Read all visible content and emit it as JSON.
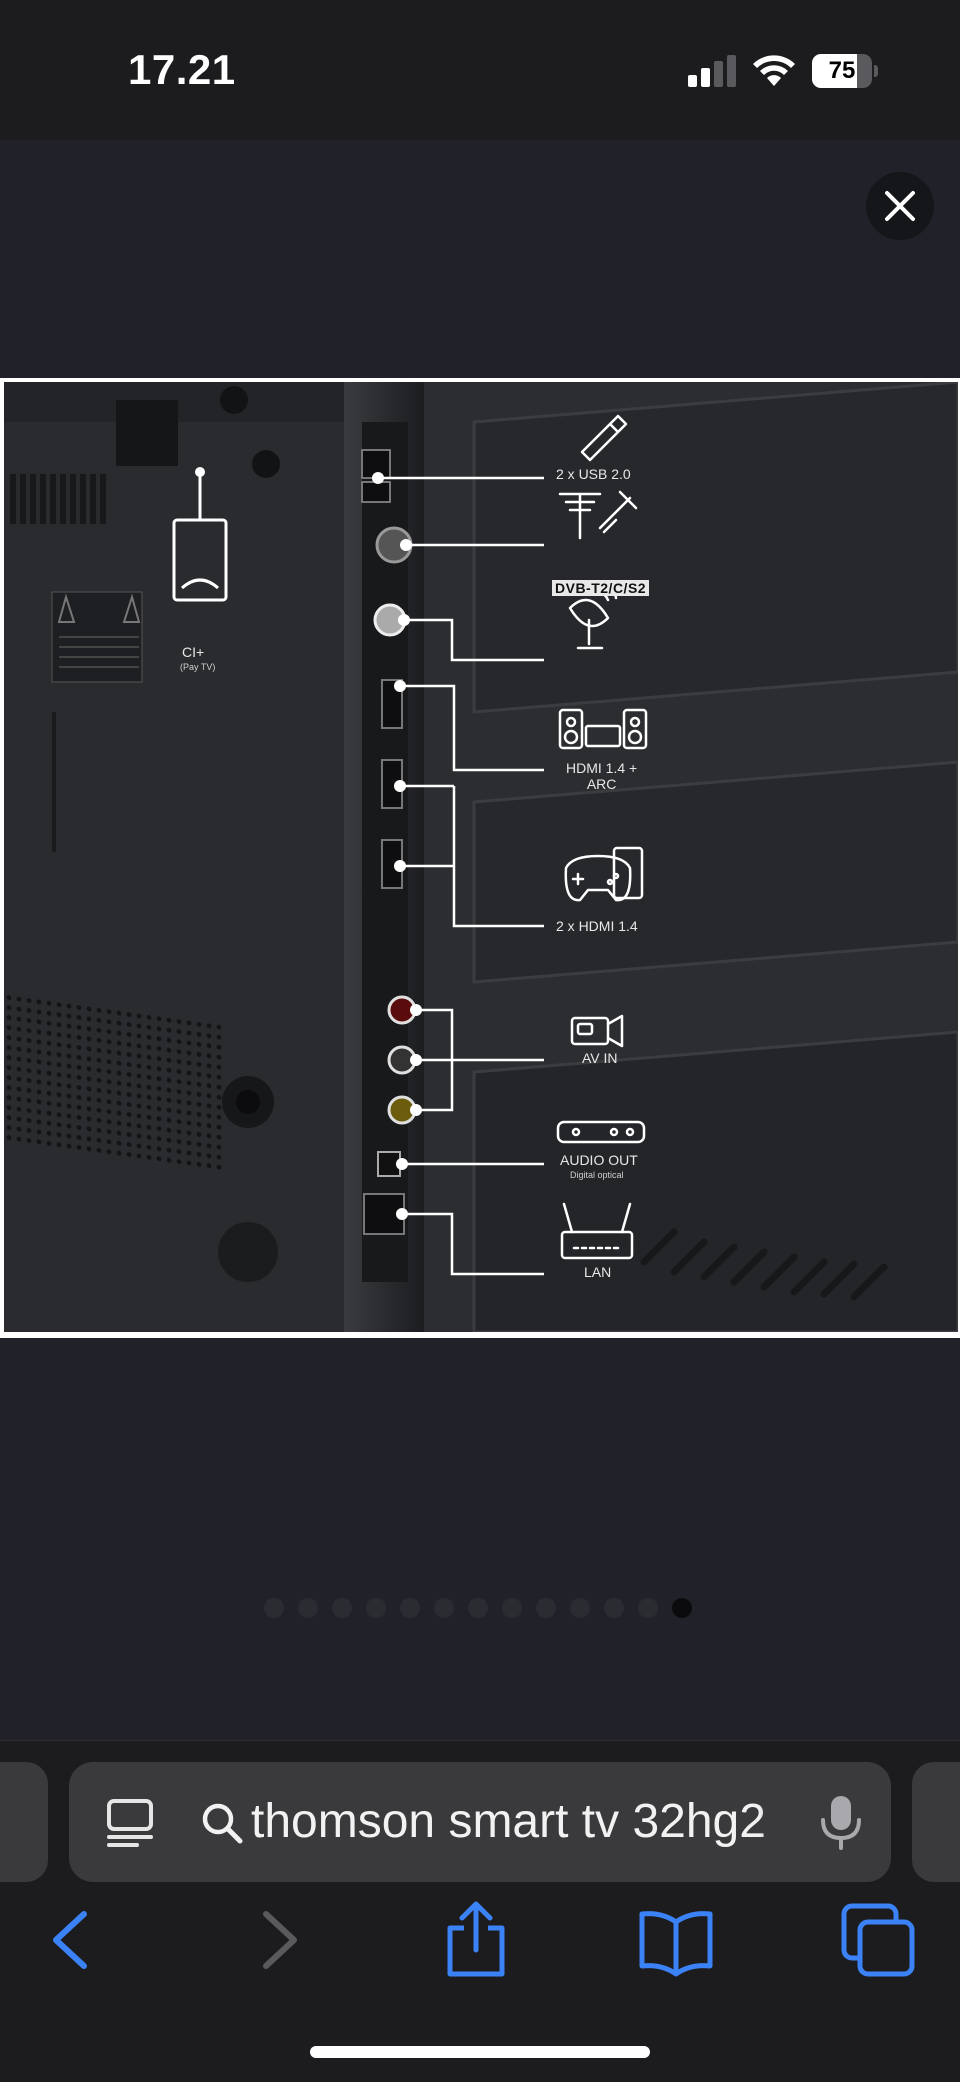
{
  "status_bar": {
    "time": "17.21",
    "battery_level": "75",
    "battery_fraction": 0.75,
    "signal_bars_active": 2,
    "signal_bars_total": 4,
    "icons": [
      "signal-icon",
      "wifi-icon",
      "battery-icon"
    ]
  },
  "viewer": {
    "close_icon": "close-icon",
    "image": {
      "ports": [
        {
          "id": "ci",
          "label": "CI+",
          "sub": "(Pay TV)"
        },
        {
          "id": "usb",
          "label": "2 x USB 2.0",
          "icon": "usb-stick-icon"
        },
        {
          "id": "antenna",
          "label": "DVB-T2/C/S2",
          "icon": "antenna-cable-icon"
        },
        {
          "id": "satellite",
          "label": "",
          "icon": "satellite-dish-icon"
        },
        {
          "id": "hdmi-arc",
          "label": "HDMI 1.4 +\nARC",
          "icon": "soundbar-speakers-icon"
        },
        {
          "id": "hdmi",
          "label": "2 x HDMI 1.4",
          "icon": "gamepad-console-icon"
        },
        {
          "id": "av-in",
          "label": "AV IN",
          "icon": "camcorder-icon"
        },
        {
          "id": "audio-out",
          "label": "AUDIO OUT",
          "sub": "Digital optical",
          "icon": "audio-device-icon"
        },
        {
          "id": "lan",
          "label": "LAN",
          "icon": "router-icon"
        }
      ]
    },
    "pagination": {
      "total": 13,
      "active_index": 12
    }
  },
  "toolbar": {
    "address_bar": {
      "text": "thomson smart tv 32hg2",
      "reader_icon": "reader-format-icon",
      "search_icon": "search-icon",
      "mic_icon": "microphone-icon"
    },
    "buttons": [
      {
        "name": "back-button",
        "icon": "chevron-left-icon",
        "enabled": true
      },
      {
        "name": "forward-button",
        "icon": "chevron-right-icon",
        "enabled": false
      },
      {
        "name": "share-button",
        "icon": "share-icon",
        "enabled": true
      },
      {
        "name": "bookmarks-button",
        "icon": "book-icon",
        "enabled": true
      },
      {
        "name": "tabs-button",
        "icon": "tabs-icon",
        "enabled": true
      }
    ],
    "accent_color": "#3b82f6",
    "disabled_color": "#5a5a5e"
  }
}
